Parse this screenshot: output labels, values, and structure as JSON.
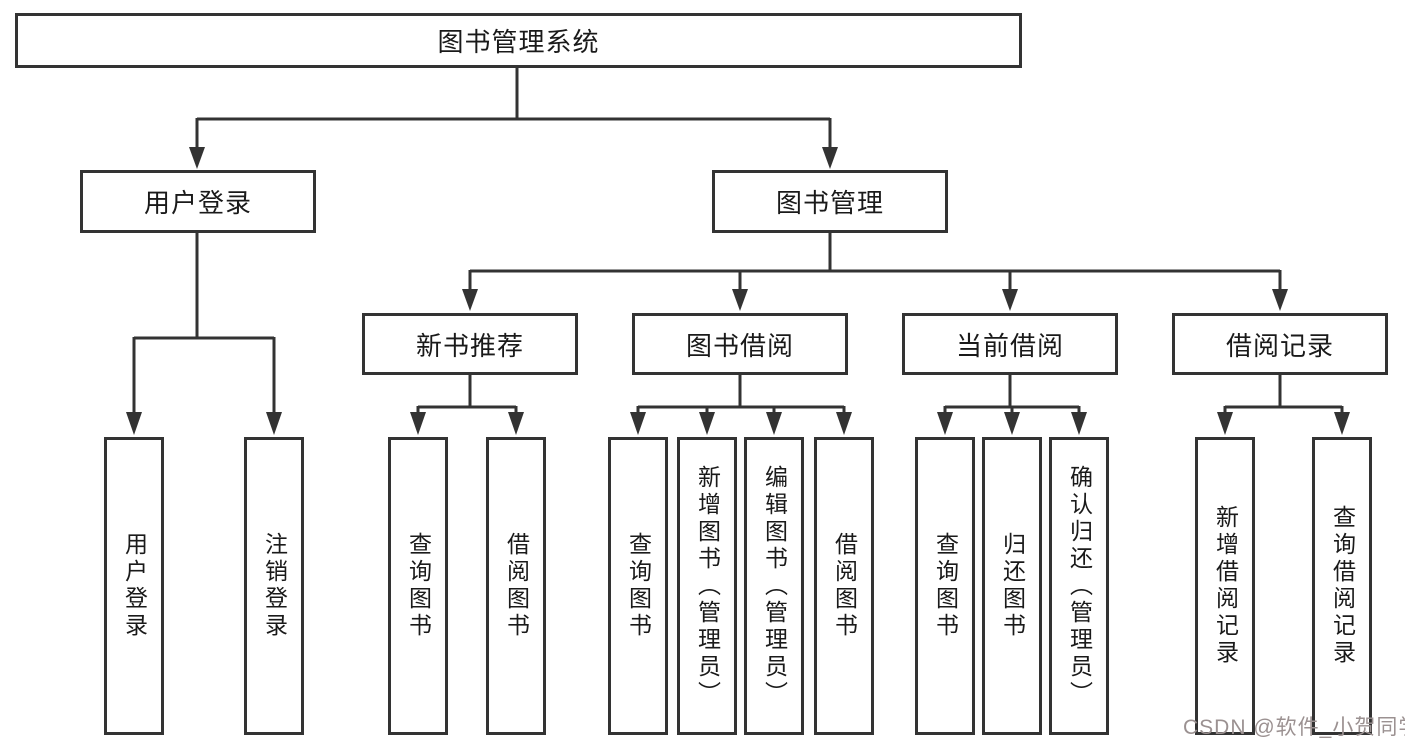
{
  "diagram": {
    "root": {
      "label": "图书管理系统"
    },
    "branches": {
      "user_login": {
        "label": "用户登录"
      },
      "book_mgmt": {
        "label": "图书管理"
      }
    },
    "modules": {
      "new_book": {
        "label": "新书推荐"
      },
      "borrow": {
        "label": "图书借阅"
      },
      "current": {
        "label": "当前借阅"
      },
      "record": {
        "label": "借阅记录"
      }
    },
    "leaves": {
      "user": [
        "用户登录",
        "注销登录"
      ],
      "new_book": [
        "查询图书",
        "借阅图书"
      ],
      "borrow": [
        "查询图书",
        "新增图书（管理员）",
        "编辑图书（管理员）",
        "借阅图书"
      ],
      "current": [
        "查询图书",
        "归还图书",
        "确认归还（管理员）"
      ],
      "record": [
        "新增借阅记录",
        "查询借阅记录"
      ]
    }
  },
  "watermark": {
    "text": "CSDN @软件_小贺同学"
  },
  "colors": {
    "line": "#333333",
    "text": "#1a1a1a",
    "background": "#ffffff",
    "watermark": "#9b9191"
  }
}
